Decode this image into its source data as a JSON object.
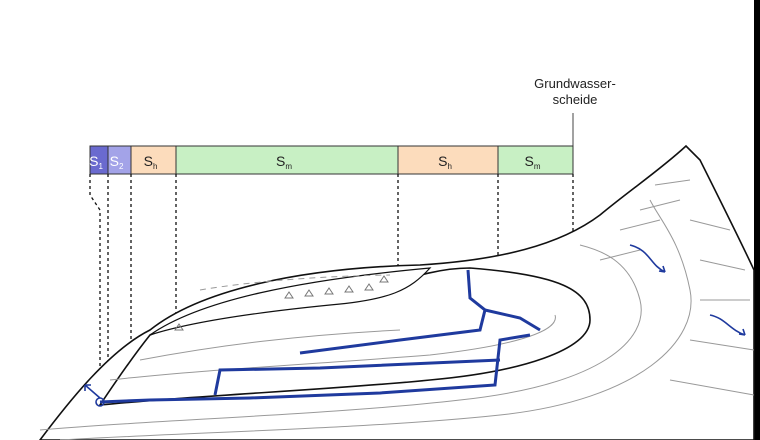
{
  "watershed_label": [
    "Grundwasser-",
    "scheide"
  ],
  "zones": [
    {
      "main": "S",
      "sub": "1",
      "color": "#6a6acf",
      "text_color": "#ffffff"
    },
    {
      "main": "S",
      "sub": "2",
      "color": "#a3a3e8",
      "text_color": "#ffffff"
    },
    {
      "main": "S",
      "sub": "h",
      "color": "#fcdcbc",
      "text_color": "#222222"
    },
    {
      "main": "S",
      "sub": "m",
      "color": "#c8f0c4",
      "text_color": "#222222"
    },
    {
      "main": "S",
      "sub": "h",
      "color": "#fcdcbc",
      "text_color": "#222222"
    },
    {
      "main": "S",
      "sub": "m",
      "color": "#c8f0c4",
      "text_color": "#222222"
    }
  ],
  "colors": {
    "karst_conduit": "#1f3a9e",
    "outline": "#111111",
    "bedding": "#999999"
  }
}
